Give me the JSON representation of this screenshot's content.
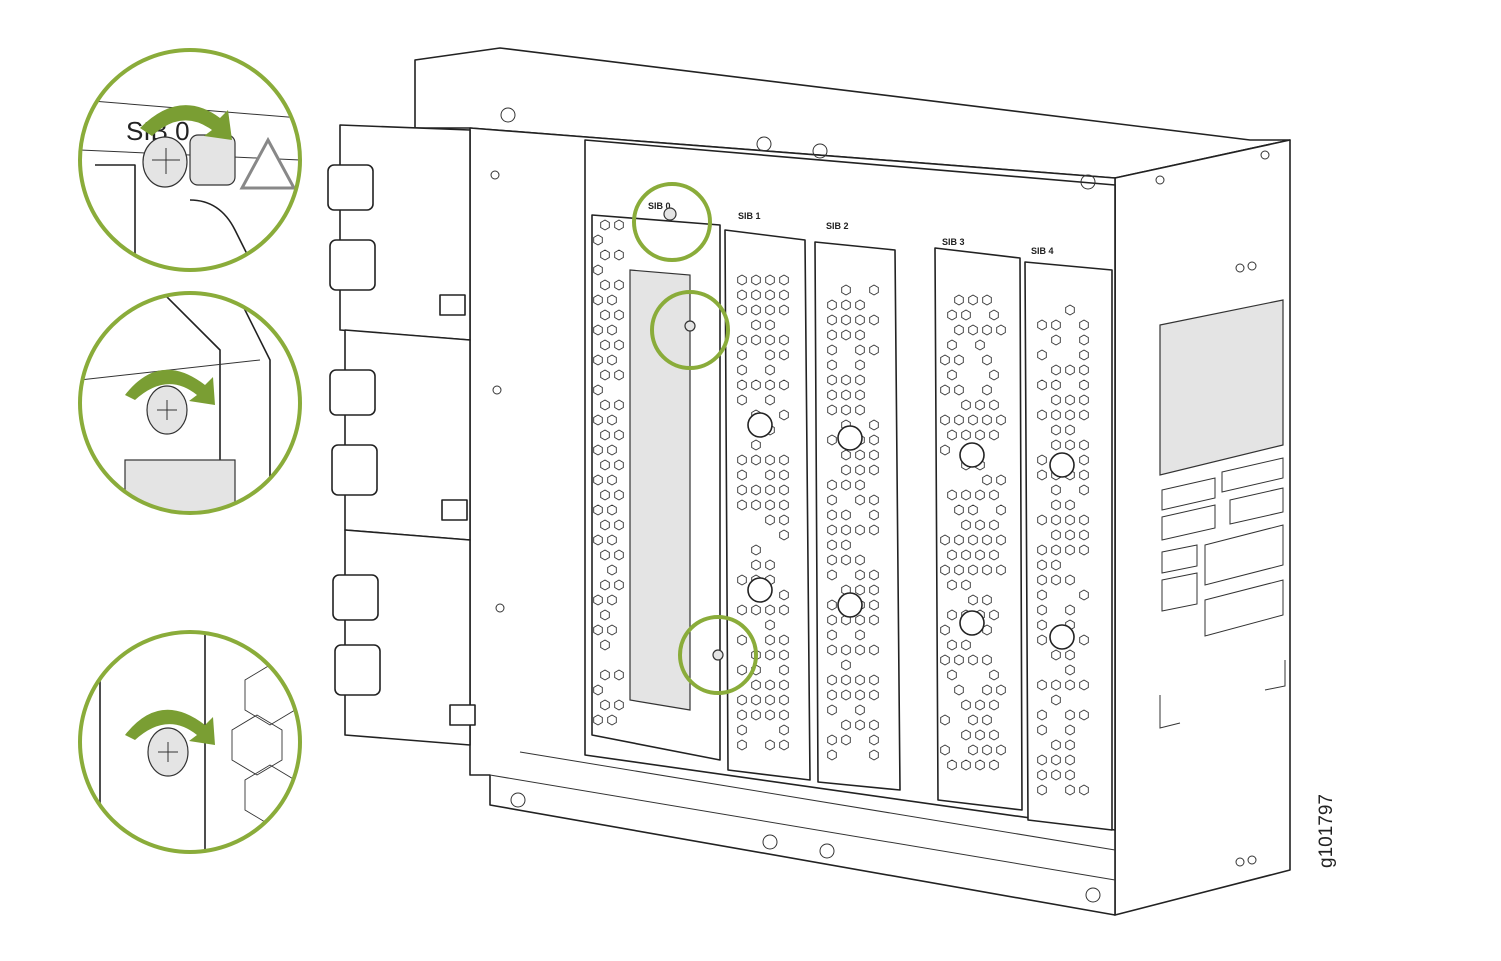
{
  "figure": {
    "id_label": "g101797",
    "slot_labels": [
      "SIB 0",
      "SIB 1",
      "SIB 2",
      "SIB 3",
      "SIB 4"
    ],
    "callout_label": "SIB 0",
    "callouts": [
      {
        "name": "top-captive-screw",
        "action": "rotate-clockwise"
      },
      {
        "name": "middle-captive-screw",
        "action": "rotate-clockwise"
      },
      {
        "name": "bottom-captive-screw",
        "action": "rotate-clockwise"
      }
    ],
    "colors": {
      "callout": "#8aac3a",
      "arrow": "#7a9e33"
    }
  }
}
